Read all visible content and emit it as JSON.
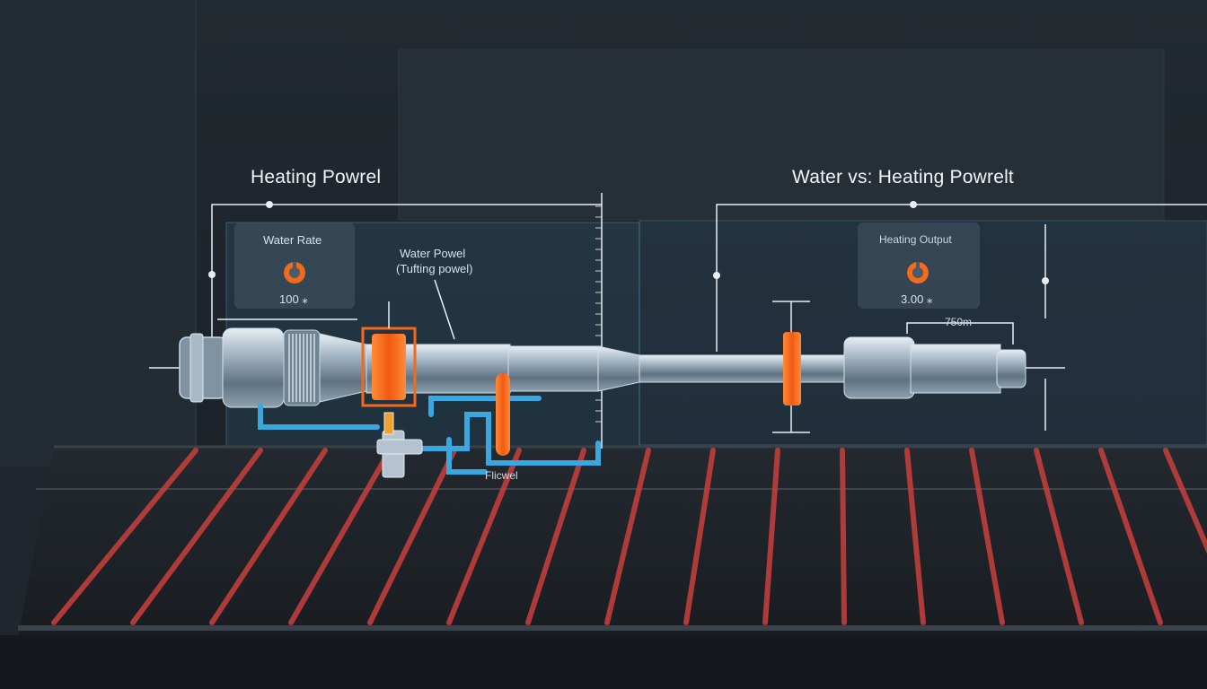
{
  "titles": {
    "left": "Heating Powrel",
    "right": "Water vs: Heating Powrelt"
  },
  "cards": {
    "water_rate": {
      "label": "Water Rate",
      "value": "100 ⁎"
    },
    "heating_output": {
      "label": "Heating Output",
      "value": "3.00 ⁎"
    }
  },
  "annotations": {
    "water_powel": "Water Powel",
    "tufting_powel": "(Tufting powel)",
    "flow": "Flicwel",
    "dimension": "750m"
  },
  "colors": {
    "background": "#1f262d",
    "floor_heat": "#c9403d",
    "heater": "#f26a1b",
    "pipe_blue": "#3aa7e0",
    "glass_panel": "#3f7ea8"
  },
  "icons": [
    "gauge-icon",
    "gauge-icon"
  ]
}
